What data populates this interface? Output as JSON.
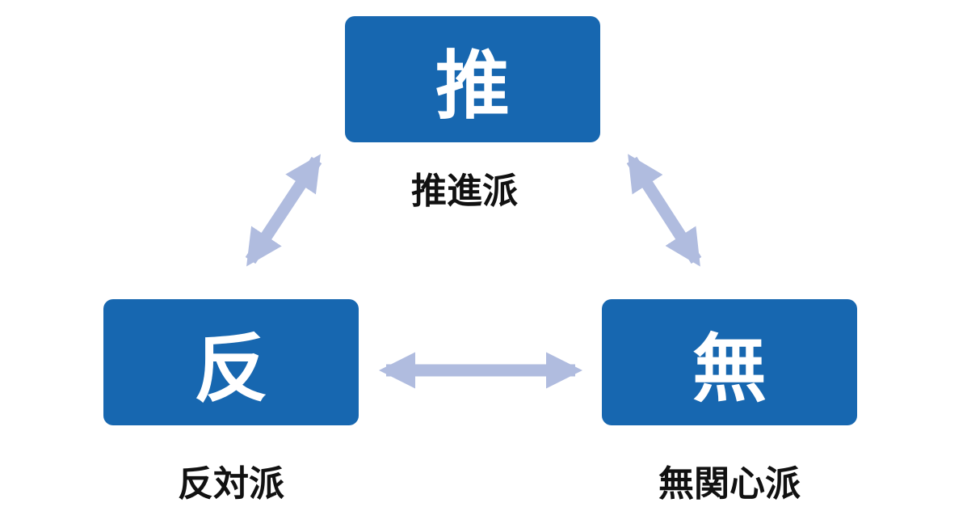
{
  "nodes": {
    "promote": {
      "symbol": "推",
      "label": "推進派"
    },
    "oppose": {
      "symbol": "反",
      "label": "反対派"
    },
    "indifferent": {
      "symbol": "無",
      "label": "無関心派"
    }
  },
  "colors": {
    "box": "#1767b0",
    "arrow": "#b0bcdf",
    "text": "#111111"
  }
}
